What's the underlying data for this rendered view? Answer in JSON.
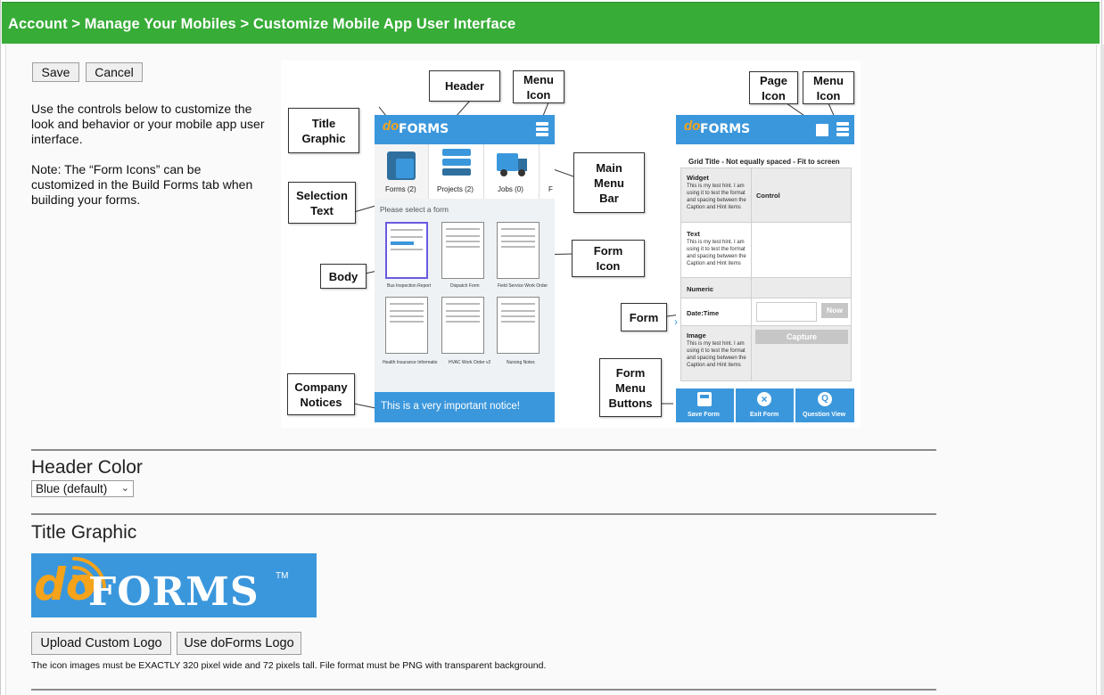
{
  "breadcrumb": "Account > Manage Your Mobiles > Customize Mobile App User Interface",
  "actions": {
    "save": "Save",
    "cancel": "Cancel"
  },
  "description": {
    "p1": "Use the controls below to customize the look and behavior or your mobile app user interface.",
    "p2": "Note: The “Form Icons” can be customized in the Build Forms tab when building your forms."
  },
  "diagram": {
    "callouts": {
      "header": "Header",
      "menu_icon_left": "Menu Icon",
      "title_graphic": "Title Graphic",
      "main_menu_bar": "Main Menu Bar",
      "selection_text": "Selection Text",
      "form_icon": "Form Icon",
      "body": "Body",
      "company_notices": "Company Notices",
      "page_icon": "Page Icon",
      "menu_icon_right": "Menu Icon",
      "form": "Form",
      "form_menu_buttons": "Form Menu Buttons"
    },
    "left_phone": {
      "logo_do": "do",
      "logo_forms": "FORMS",
      "tabs": [
        "Forms (2)",
        "Projects (2)",
        "Jobs (0)",
        "F"
      ],
      "selection_text": "Please select a form",
      "forms": [
        "Bus Inspection Report",
        "Dispatch Form",
        "Field Service Work Order",
        "Health Insurance Informatio",
        "HVAC Work Order v2",
        "Nursing Notes"
      ],
      "notice": "This is a very important notice!"
    },
    "right_phone": {
      "logo_do": "do",
      "logo_forms": "FORMS",
      "grid_title": "Grid Title - Not equally spaced - Fit to screen",
      "rows": [
        {
          "label": "Widget",
          "hint": "This is my test hint. I am using it to test the format and spacing between the Caption and Hint items",
          "value": "Control"
        },
        {
          "label": "Text",
          "hint": "This is my test hint. I am using it to test the format and spacing between the Caption and Hint items",
          "value": ""
        },
        {
          "label": "Numeric",
          "hint": "",
          "value": ""
        },
        {
          "label": "Date:Time",
          "hint": "",
          "value": "Now"
        },
        {
          "label": "Image",
          "hint": "This is my test hint. I am using it to test the format and spacing between the Caption and Hint items",
          "value": "Capture"
        }
      ],
      "buttons": [
        "Save Form",
        "Exit Form",
        "Question View"
      ]
    }
  },
  "header_color": {
    "title": "Header Color",
    "selected": "Blue (default)"
  },
  "title_graphic": {
    "title": "Title Graphic",
    "logo_do": "do",
    "logo_forms": "FORMS",
    "logo_tm": "TM",
    "upload_button": "Upload Custom Logo",
    "use_default_button": "Use doForms Logo",
    "note": "The icon images must be EXACTLY 320 pixel wide and 72 pixels tall. File format must be PNG with transparent background."
  },
  "colors": {
    "topbar": "#37ac37",
    "brand_blue": "#3b97dc",
    "brand_orange": "#f5a31a"
  }
}
